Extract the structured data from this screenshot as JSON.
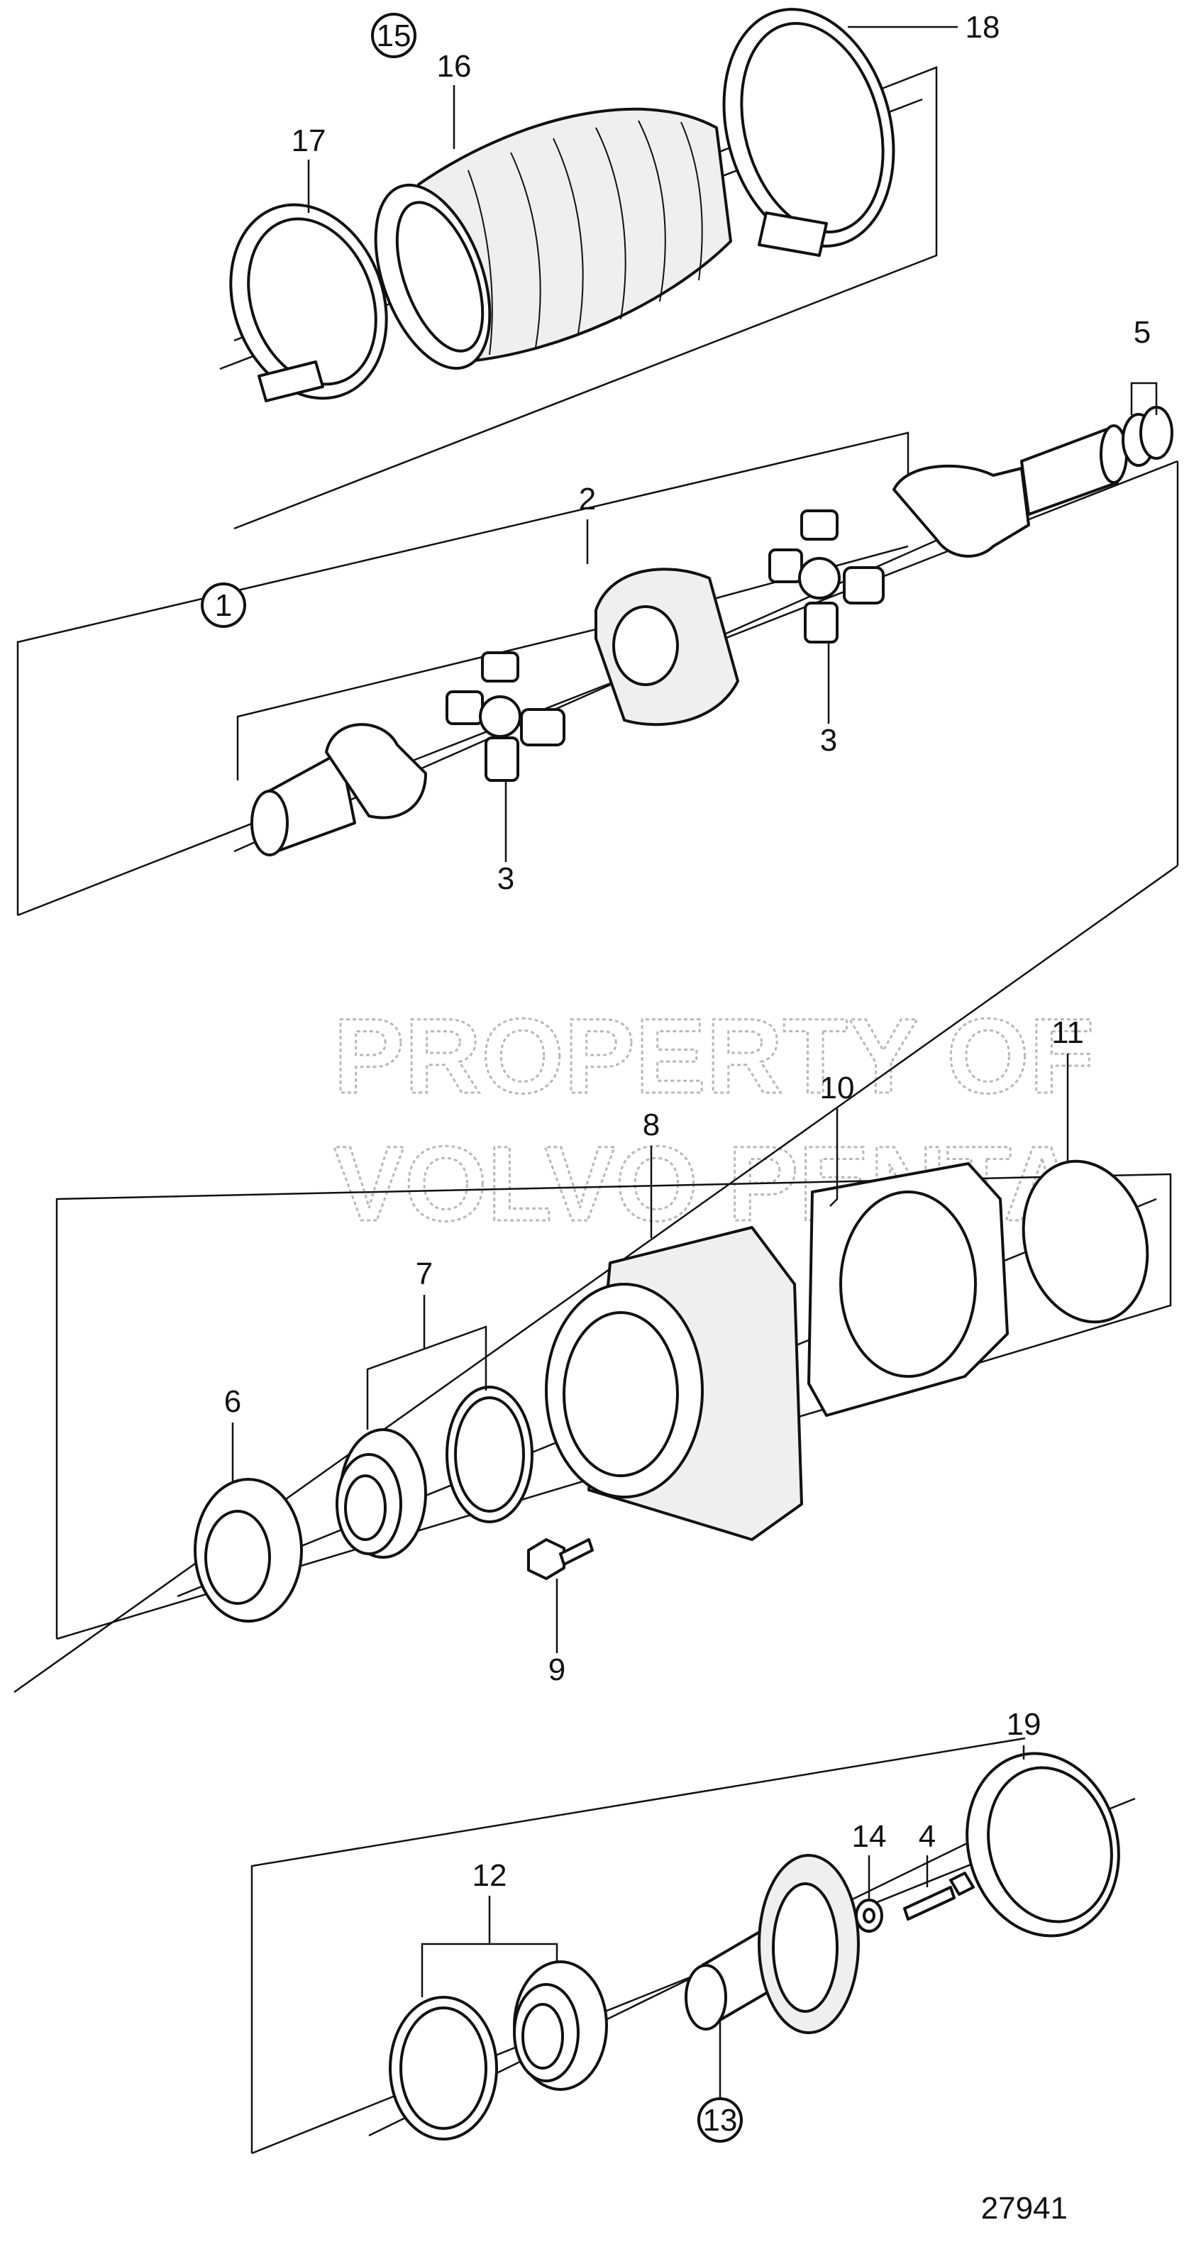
{
  "diagram": {
    "drawing_number": "27941",
    "watermark": {
      "line1": "PROPERTY OF",
      "line2": "VOLVO PENTA"
    },
    "callouts": {
      "c1": "1",
      "c2": "2",
      "c3a": "3",
      "c3b": "3",
      "c4": "4",
      "c5": "5",
      "c6": "6",
      "c7": "7",
      "c8": "8",
      "c9": "9",
      "c10": "10",
      "c11": "11",
      "c12": "12",
      "c13": "13",
      "c14": "14",
      "c15": "15",
      "c16": "16",
      "c17": "17",
      "c18": "18",
      "c19": "19"
    }
  }
}
